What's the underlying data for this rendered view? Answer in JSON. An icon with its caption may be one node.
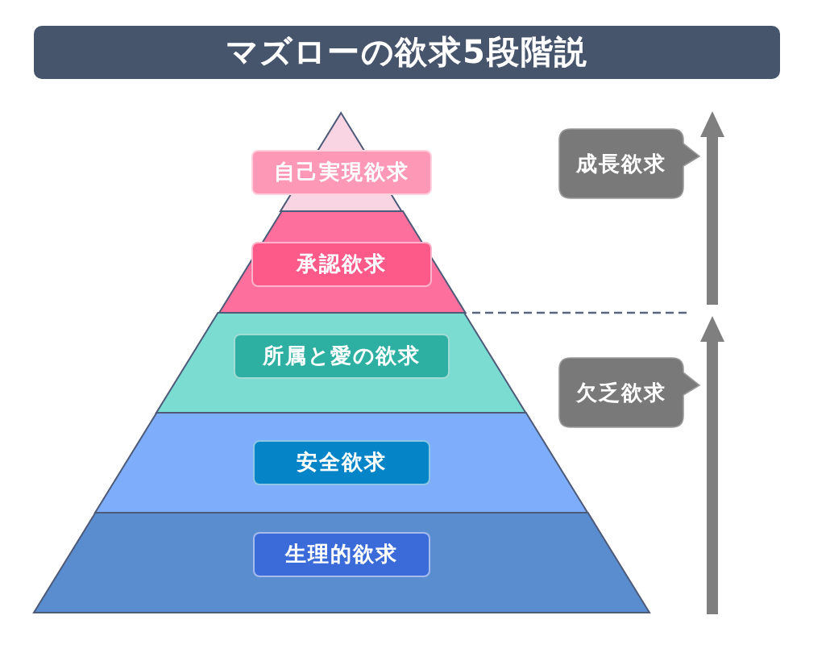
{
  "diagram": {
    "title": "マズローの欲求5段階説",
    "nodes": [
      {
        "text": [
          "自己実現欲求"
        ]
      },
      {
        "text": [
          "承認欲求"
        ]
      },
      {
        "text": [
          "所属と愛の欲求"
        ]
      },
      {
        "text": [
          "安全欲求"
        ]
      },
      {
        "text": [
          "生理的欲求"
        ]
      },
      {
        "text": [
          "成長欲求"
        ]
      },
      {
        "text": [
          "欠乏欲求"
        ]
      }
    ]
  }
}
